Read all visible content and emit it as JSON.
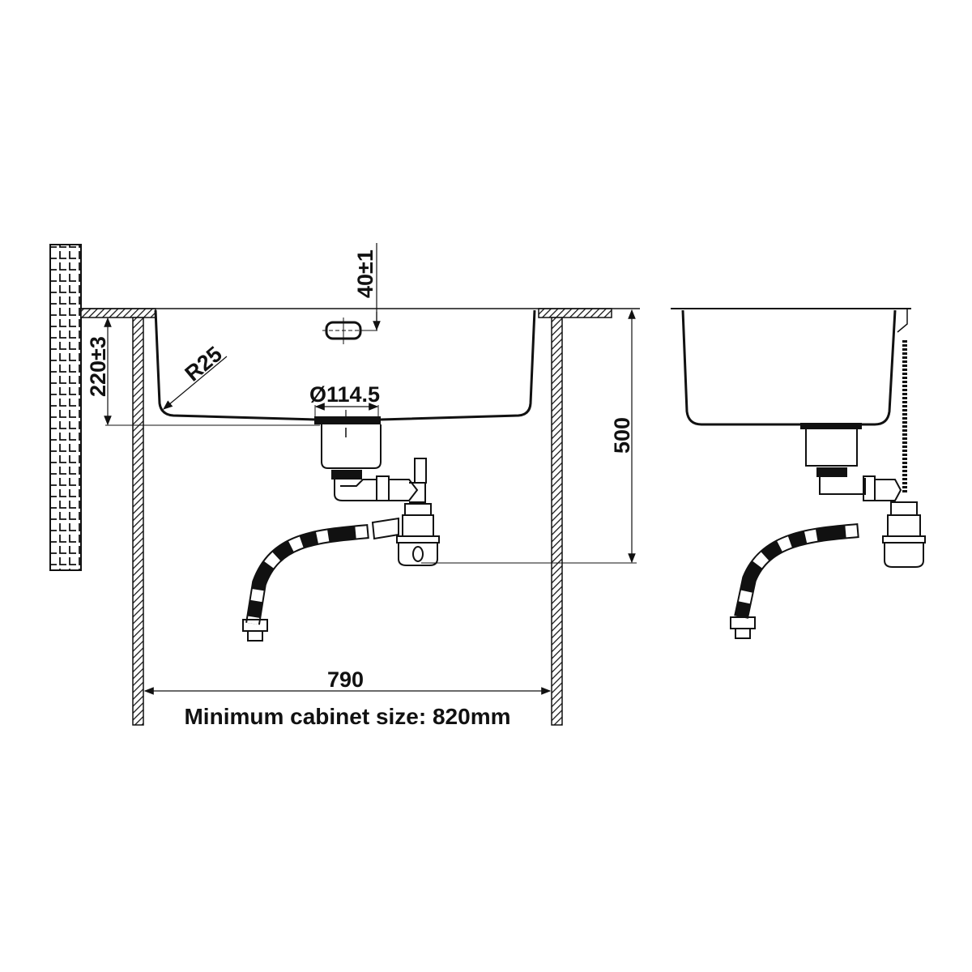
{
  "dimensions": {
    "overflow_depth": "40±1",
    "sink_depth": "220±3",
    "corner_radius": "R25",
    "drain_diameter": "Ø114.5",
    "total_height": "500",
    "inner_width": "790"
  },
  "caption": "Minimum cabinet size: 820mm",
  "colors": {
    "line": "#111111",
    "background": "#ffffff"
  }
}
